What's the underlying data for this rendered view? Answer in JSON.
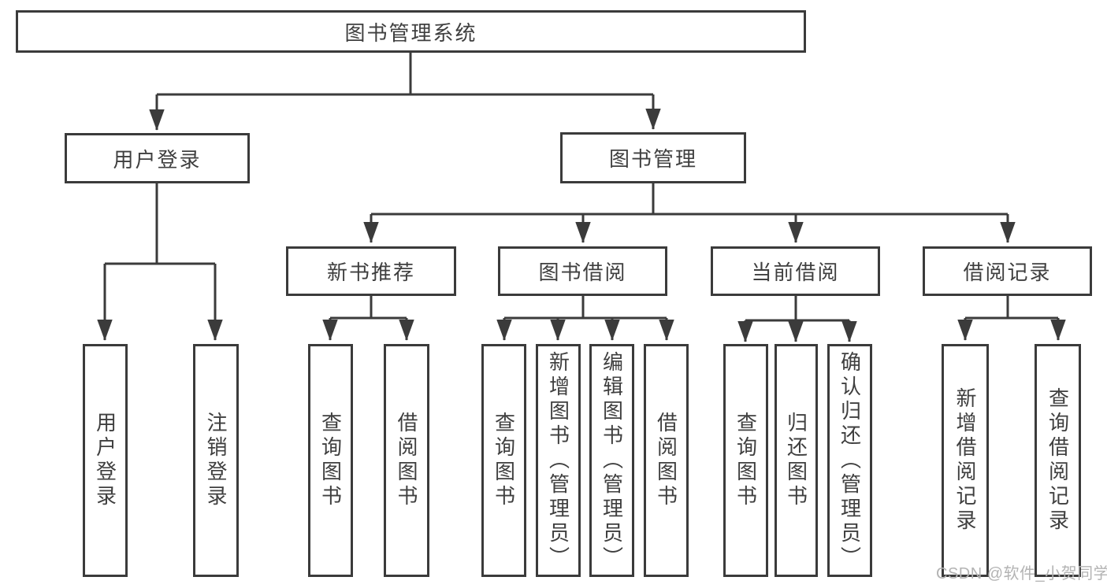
{
  "diagram": {
    "title": "图书管理系统",
    "nodes": {
      "root": "图书管理系统",
      "user_login": "用户登录",
      "book_mgmt": "图书管理",
      "new_book_rec": "新书推荐",
      "book_borrow": "图书借阅",
      "current_borrow": "当前借阅",
      "borrow_records": "借阅记录",
      "leaf_user_login": "用户登录",
      "leaf_logout": "注销登录",
      "leaf_rec_search": "查询图书",
      "leaf_rec_borrow": "借阅图书",
      "leaf_bb_search": "查询图书",
      "leaf_bb_add": "新增图书（管理员）",
      "leaf_bb_edit": "编辑图书（管理员）",
      "leaf_bb_borrow": "借阅图书",
      "leaf_cb_search": "查询图书",
      "leaf_cb_return": "归还图书",
      "leaf_cb_confirm": "确认归还（管理员）",
      "leaf_br_add": "新增借阅记录",
      "leaf_br_search": "查询借阅记录"
    },
    "hierarchy": {
      "图书管理系统": {
        "用户登录": [
          "用户登录",
          "注销登录"
        ],
        "图书管理": {
          "新书推荐": [
            "查询图书",
            "借阅图书"
          ],
          "图书借阅": [
            "查询图书",
            "新增图书（管理员）",
            "编辑图书（管理员）",
            "借阅图书"
          ],
          "当前借阅": [
            "查询图书",
            "归还图书",
            "确认归还（管理员）"
          ],
          "借阅记录": [
            "新增借阅记录",
            "查询借阅记录"
          ]
        }
      }
    },
    "colors": {
      "line": "#3b3b3b",
      "text": "#3f3f3f",
      "watermark": "#b3b3b3",
      "background": "#ffffff"
    }
  },
  "watermark": {
    "text": "CSDN @软件_小贺同学"
  }
}
